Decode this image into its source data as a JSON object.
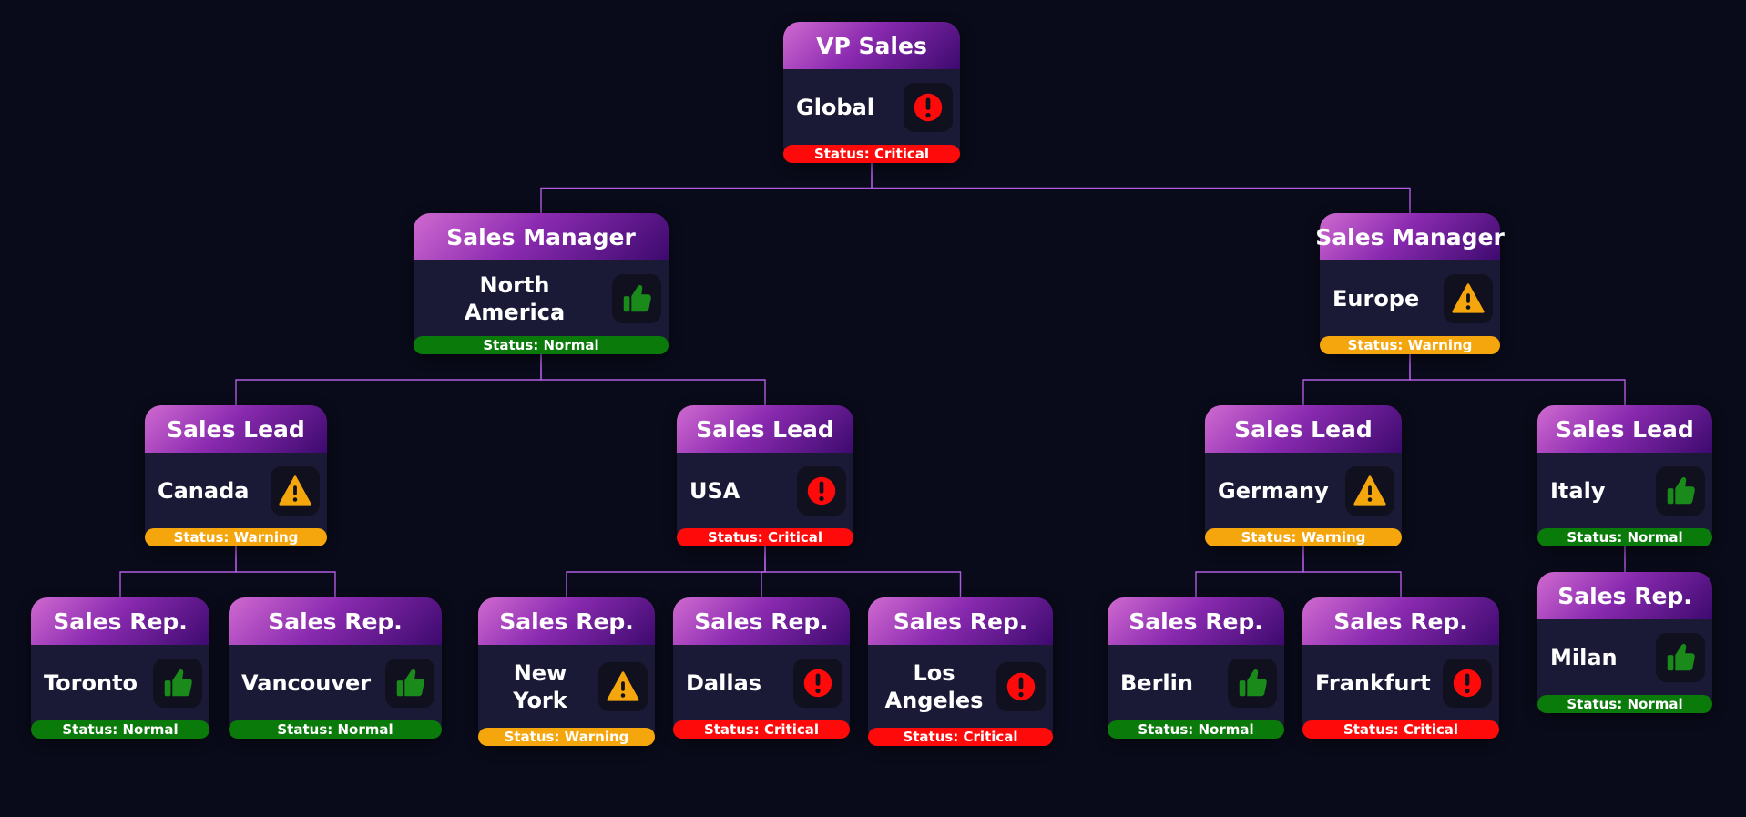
{
  "colors": {
    "background": "#0a0b1a",
    "connector": "#b05ce0",
    "status_normal": "#0a7a0a",
    "status_warning": "#f5a60d",
    "status_critical": "#ff0a0a"
  },
  "nodes": [
    {
      "id": "vp",
      "title": "VP Sales",
      "label": "Global",
      "status": "critical",
      "status_text": "Status: Critical",
      "icon": "alert-circle-icon",
      "parent": null
    },
    {
      "id": "na",
      "title": "Sales Manager",
      "label": "North America",
      "status": "normal",
      "status_text": "Status: Normal",
      "icon": "thumbs-up-icon",
      "parent": "vp"
    },
    {
      "id": "eu",
      "title": "Sales Manager",
      "label": "Europe",
      "status": "warning",
      "status_text": "Status: Warning",
      "icon": "warning-triangle-icon",
      "parent": "vp"
    },
    {
      "id": "ca",
      "title": "Sales Lead",
      "label": "Canada",
      "status": "warning",
      "status_text": "Status: Warning",
      "icon": "warning-triangle-icon",
      "parent": "na"
    },
    {
      "id": "us",
      "title": "Sales Lead",
      "label": "USA",
      "status": "critical",
      "status_text": "Status: Critical",
      "icon": "alert-circle-icon",
      "parent": "na"
    },
    {
      "id": "de",
      "title": "Sales Lead",
      "label": "Germany",
      "status": "warning",
      "status_text": "Status: Warning",
      "icon": "warning-triangle-icon",
      "parent": "eu"
    },
    {
      "id": "it",
      "title": "Sales Lead",
      "label": "Italy",
      "status": "normal",
      "status_text": "Status: Normal",
      "icon": "thumbs-up-icon",
      "parent": "eu"
    },
    {
      "id": "tor",
      "title": "Sales Rep.",
      "label": "Toronto",
      "status": "normal",
      "status_text": "Status: Normal",
      "icon": "thumbs-up-icon",
      "parent": "ca"
    },
    {
      "id": "van",
      "title": "Sales Rep.",
      "label": "Vancouver",
      "status": "normal",
      "status_text": "Status: Normal",
      "icon": "thumbs-up-icon",
      "parent": "ca"
    },
    {
      "id": "ny",
      "title": "Sales Rep.",
      "label": "New\nYork",
      "status": "warning",
      "status_text": "Status: Warning",
      "icon": "warning-triangle-icon",
      "parent": "us"
    },
    {
      "id": "dal",
      "title": "Sales Rep.",
      "label": "Dallas",
      "status": "critical",
      "status_text": "Status: Critical",
      "icon": "alert-circle-icon",
      "parent": "us"
    },
    {
      "id": "la",
      "title": "Sales Rep.",
      "label": "Los\nAngeles",
      "status": "critical",
      "status_text": "Status: Critical",
      "icon": "alert-circle-icon",
      "parent": "us"
    },
    {
      "id": "ber",
      "title": "Sales Rep.",
      "label": "Berlin",
      "status": "normal",
      "status_text": "Status: Normal",
      "icon": "thumbs-up-icon",
      "parent": "de"
    },
    {
      "id": "fra",
      "title": "Sales Rep.",
      "label": "Frankfurt",
      "status": "critical",
      "status_text": "Status: Critical",
      "icon": "alert-circle-icon",
      "parent": "de"
    },
    {
      "id": "mil",
      "title": "Sales Rep.",
      "label": "Milan",
      "status": "normal",
      "status_text": "Status: Normal",
      "icon": "thumbs-up-icon",
      "parent": "it"
    }
  ]
}
